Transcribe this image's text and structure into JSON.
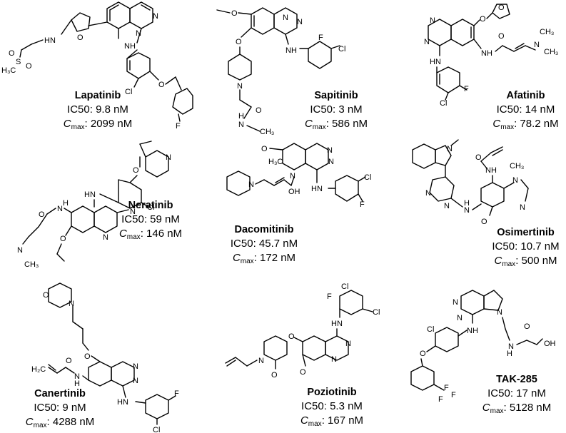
{
  "compounds": [
    {
      "name": "Lapatinib",
      "ic50": "IC50: 9.8 nM",
      "cmax_value": ": 2099 nM",
      "atoms": {
        "nh1": "HN",
        "nh2": "NH",
        "n1": "N",
        "n2": "N",
        "o": "O",
        "o2": "O",
        "cl": "Cl",
        "f": "F",
        "s": "S",
        "so1": "O",
        "so2": "O",
        "me": "H₃C"
      }
    },
    {
      "name": "Sapitinib",
      "ic50": "IC50: 3 nM",
      "cmax_value": ":  586 nM",
      "atoms": {
        "meo": "O",
        "n1": "N",
        "n2": "N",
        "o": "O",
        "nh": "NH",
        "f": "F",
        "cl": "Cl",
        "npip": "N",
        "oc": "O",
        "nme": "N",
        "h": "H",
        "ch3": "CH₃"
      }
    },
    {
      "name": "Afatinib",
      "ic50": "IC50: 14 nM",
      "cmax_value": ": 78.2 nM",
      "atoms": {
        "n1": "N",
        "n2": "N",
        "o": "O",
        "othf": "O",
        "nh": "NH",
        "hn": "HN",
        "oc": "O",
        "nme2": "N",
        "ch3a": "CH₃",
        "ch3b": "CH₃",
        "cl": "Cl",
        "f": "F"
      }
    },
    {
      "name": "Neratinib",
      "ic50": "IC50: 59 nM",
      "cmax_value": ": 146 nM",
      "atoms": {
        "npy": "N",
        "o": "O",
        "hn": "HN",
        "cl": "Cl",
        "cn": "N",
        "nq": "N",
        "oc": "O",
        "nh": "N",
        "h": "H",
        "oet": "O",
        "nme2": "N",
        "ch3": "CH₃"
      }
    },
    {
      "name": "Dacomitinib",
      "ic50": "IC50: 45.7 nM",
      "cmax_value": ":  172 nM",
      "atoms": {
        "meo": "O",
        "h3c": "H₃C",
        "n1": "N",
        "n2": "N",
        "npip": "N",
        "nim": "N",
        "oh": "OH",
        "hn": "HN",
        "cl": "Cl",
        "f": "F"
      }
    },
    {
      "name": "Osimertinib",
      "ic50": "IC50: 10.7 nM",
      "cmax_value": ": 500 nM",
      "atoms": {
        "nind": "N",
        "o": "O",
        "nh": "NH",
        "n1": "N",
        "n2": "N",
        "nme": "N",
        "ch3": "CH₃",
        "hn": "H",
        "nn": "N",
        "nme2": "N",
        "ome": "O"
      }
    },
    {
      "name": "Canertinib",
      "ic50": "IC50: 9 nM",
      "cmax_value": ": 4288 nM",
      "atoms": {
        "omorph": "O",
        "nmorph": "N",
        "o": "O",
        "n1": "N",
        "n2": "N",
        "h2c": "H₂C",
        "nh": "N",
        "h": "H",
        "oc": "O",
        "hn": "HN",
        "cl": "Cl",
        "f": "F"
      }
    },
    {
      "name": "Poziotinib",
      "ic50": "IC50: 5.3 nM",
      "cmax_value": ": 167 nM",
      "atoms": {
        "cl1": "Cl",
        "cl2": "Cl",
        "f": "F",
        "hn": "HN",
        "o": "O",
        "n1": "N",
        "n2": "N",
        "npip": "N",
        "oc": "O",
        "ome": "O"
      }
    },
    {
      "name": "TAK-285",
      "ic50": "IC50: 17 nM",
      "cmax_value": ": 5128 nM",
      "atoms": {
        "n1": "N",
        "n2": "N",
        "npyr": "N",
        "nh": "NH",
        "cl": "Cl",
        "o": "O",
        "hn": "N",
        "h": "H",
        "oc": "O",
        "oh": "OH",
        "f1": "F",
        "f2": "F",
        "f3": "F"
      }
    }
  ],
  "cmax_symbol": "C",
  "cmax_sub": "max"
}
